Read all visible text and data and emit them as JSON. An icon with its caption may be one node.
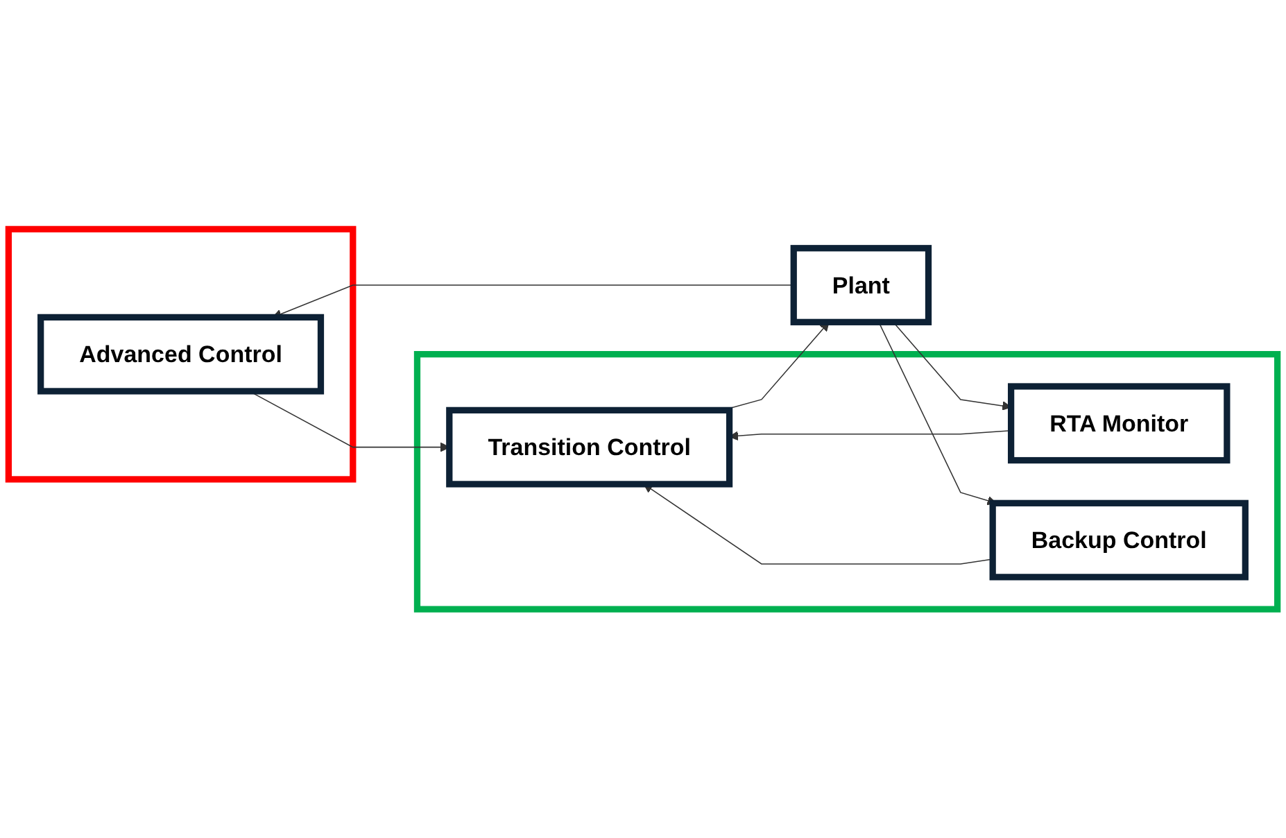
{
  "diagram": {
    "nodes": [
      {
        "text": [],
        "shape": "box"
      },
      {
        "text": [
          "Advanced Control"
        ],
        "in": 0
      },
      {
        "text": [],
        "shape": "box"
      },
      {
        "text": [
          "RTA Monitor"
        ],
        "in": 2
      },
      {
        "text": [
          "Transition Control"
        ],
        "in": 2
      },
      {
        "text": [
          "Backup Control"
        ],
        "in": 2
      },
      {
        "text": [
          "Plant"
        ]
      }
    ],
    "edges": [
      {
        "from": 1,
        "to": 4,
        "arrow": "to"
      },
      {
        "from": 3,
        "to": 4,
        "arrow": "to"
      },
      {
        "from": 5,
        "to": 4,
        "arrow": "to"
      },
      {
        "from": 4,
        "to": 6,
        "arrow": "to"
      },
      {
        "from": 6,
        "to": 3,
        "arrow": "to"
      },
      {
        "from": 6,
        "to": 1,
        "arrow": "to"
      },
      {
        "from": 6,
        "to": 5,
        "arrow": "to"
      }
    ]
  }
}
